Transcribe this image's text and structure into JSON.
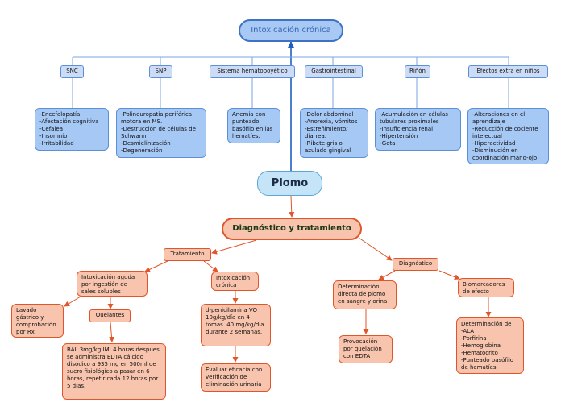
{
  "title": "Intoxicación crónica",
  "center": "Plomo",
  "diagnosis_main": "Diagnóstico y tratamiento",
  "colors": {
    "blue_line": "#1f5fbf",
    "orange_line": "#e0552a"
  },
  "categories": [
    {
      "label": "SNC",
      "text": "-Encefalopatía\n-Afectación cognitiva\n-Cefalea\n-Insomnio\n-Irritabilidad"
    },
    {
      "label": "SNP",
      "text": "-Polineuropatía periférica motora en MS.\n-Destrucción de células de Schwann\n-Desmielinización\n-Degeneración"
    },
    {
      "label": "Sistema hematopoyético",
      "text": "Anemia con punteado basófilo en las hematíes."
    },
    {
      "label": "Gastrointestinal",
      "text": "-Dolor abdominal\n-Anorexia, vómitos\n-Estreñimiento/ diarrea.\n-Ribete gris o azulado gingival"
    },
    {
      "label": "Riñón",
      "text": "-Acumulación en células tubulares proximales\n-Insuficiencia renal\n-Hipertensión\n-Gota"
    },
    {
      "label": "Efectos extra en niños",
      "text": "-Alteraciones en el aprendizaje\n-Reducción de cociente intelectual\n-Hiperactividad\n-Disminución en coordinación mano-ojo"
    }
  ],
  "tratamiento": {
    "label": "Tratamiento",
    "aguda": "Intoxicación aguda por ingestión de  sales solubles",
    "lavado": "Lavado gástrico y comprobación  por  Rx",
    "quelantes": "Quelantes",
    "bal": "BAL 3mg/kg IM. 4 horas despues se  administra EDTA cálcido disódico a 935 mg en 500ml de suero fisiológico a pasar en 6 horas, repetir cada 12 horas por 5 días.",
    "cronica": "Intoxicación crónica",
    "penicilamina": "d-penicilamina VO 10g/kg/día en 4 tomas. 40 mg/kg/día durante 2 semanas.",
    "evaluar": "Evaluar eficacia con verificación de eliminación urinaria"
  },
  "diagnostico": {
    "label": "Diagnóstico",
    "determinacion": "Determinación directa de plomo en sangre y orina",
    "provocacion": "Provocación por quelación con EDTA",
    "biomarcadores": "Biomarcadores de efecto",
    "biolist": "Determinación de\n-ALA\n-Porfirina\n-Hemoglobina\n-Hematocrito\n-Punteado basófilo de hematíes"
  }
}
